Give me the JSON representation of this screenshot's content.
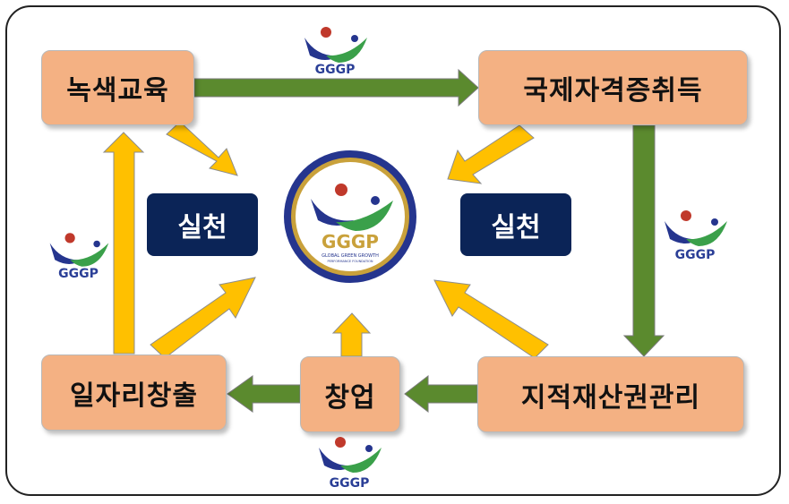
{
  "nodes": {
    "education": "녹색교육",
    "certification": "국제자격증취득",
    "ip_management": "지적재산권관리",
    "startup": "창업",
    "job_creation": "일자리창출"
  },
  "practice_left": "실천",
  "practice_right": "실천",
  "logo_text": "GGGP",
  "center_logo": {
    "text": "GGGP",
    "subtext": "GLOBAL GREEN GROWTH",
    "subtext2": "PERFORMANCE FOUNDATION"
  },
  "colors": {
    "box_fill": "#f4b183",
    "navy": "#0b2457",
    "green_arrow": "#5b8a2e",
    "yellow_arrow": "#ffc000",
    "gold_ring": "#c9a13b"
  }
}
